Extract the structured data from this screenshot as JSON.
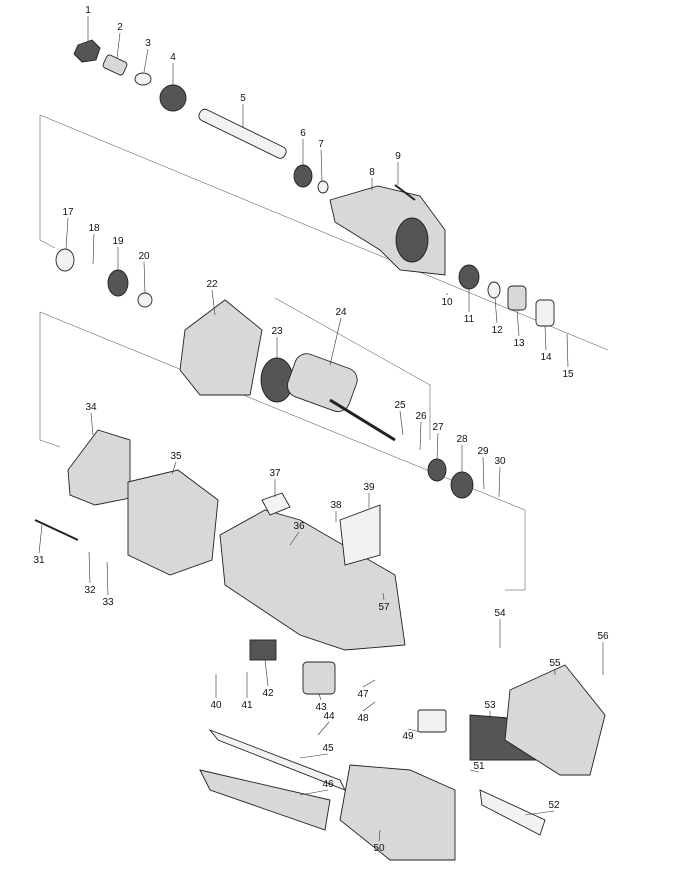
{
  "diagram": {
    "parts": [
      "1",
      "2",
      "3",
      "4",
      "5",
      "6",
      "7",
      "8",
      "9",
      "10",
      "11",
      "12",
      "13",
      "14",
      "15",
      "17",
      "18",
      "19",
      "20",
      "22",
      "23",
      "24",
      "25",
      "26",
      "27",
      "28",
      "29",
      "30",
      "31",
      "32",
      "33",
      "34",
      "35",
      "36",
      "37",
      "38",
      "39",
      "40",
      "41",
      "42",
      "43",
      "44",
      "45",
      "46",
      "47",
      "48",
      "49",
      "50",
      "51",
      "52",
      "53",
      "54",
      "55",
      "56",
      "57"
    ]
  }
}
